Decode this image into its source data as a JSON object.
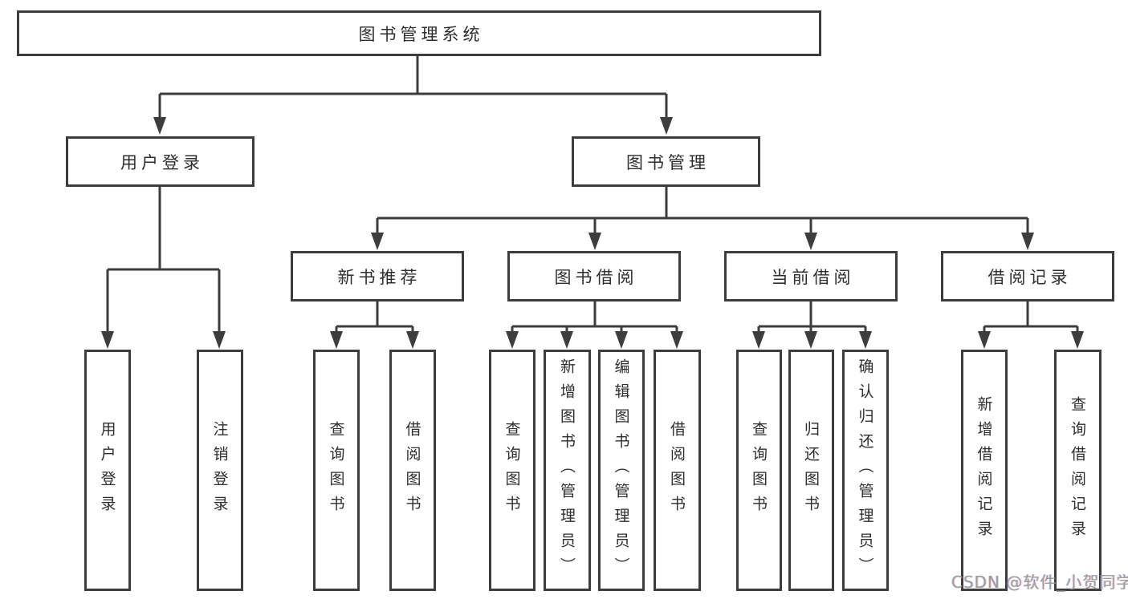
{
  "root": {
    "label": "图书管理系统"
  },
  "level2": [
    {
      "label": "用户登录"
    },
    {
      "label": "图书管理"
    }
  ],
  "level3": [
    {
      "label": "新书推荐",
      "parent": "图书管理"
    },
    {
      "label": "图书借阅",
      "parent": "图书管理"
    },
    {
      "label": "当前借阅",
      "parent": "图书管理"
    },
    {
      "label": "借阅记录",
      "parent": "图书管理"
    }
  ],
  "leaves": [
    {
      "label": "用户登录",
      "parent": "用户登录"
    },
    {
      "label": "注销登录",
      "parent": "用户登录"
    },
    {
      "label": "查询图书",
      "parent": "新书推荐"
    },
    {
      "label": "借阅图书",
      "parent": "新书推荐"
    },
    {
      "label": "查询图书",
      "parent": "图书借阅"
    },
    {
      "label": "新增图书（管理员）",
      "parent": "图书借阅"
    },
    {
      "label": "编辑图书（管理员）",
      "parent": "图书借阅"
    },
    {
      "label": "借阅图书",
      "parent": "图书借阅"
    },
    {
      "label": "查询图书",
      "parent": "当前借阅"
    },
    {
      "label": "归还图书",
      "parent": "当前借阅"
    },
    {
      "label": "确认归还（管理员）",
      "parent": "当前借阅"
    },
    {
      "label": "新增借阅记录",
      "parent": "借阅记录"
    },
    {
      "label": "查询借阅记录",
      "parent": "借阅记录"
    }
  ],
  "watermark": {
    "text": "CSDN @软件_小贺同学"
  },
  "colors": {
    "line": "#3d3d3d",
    "text": "#2e2e2e",
    "background": "#ffffff",
    "watermark": "#9c9c9c"
  }
}
